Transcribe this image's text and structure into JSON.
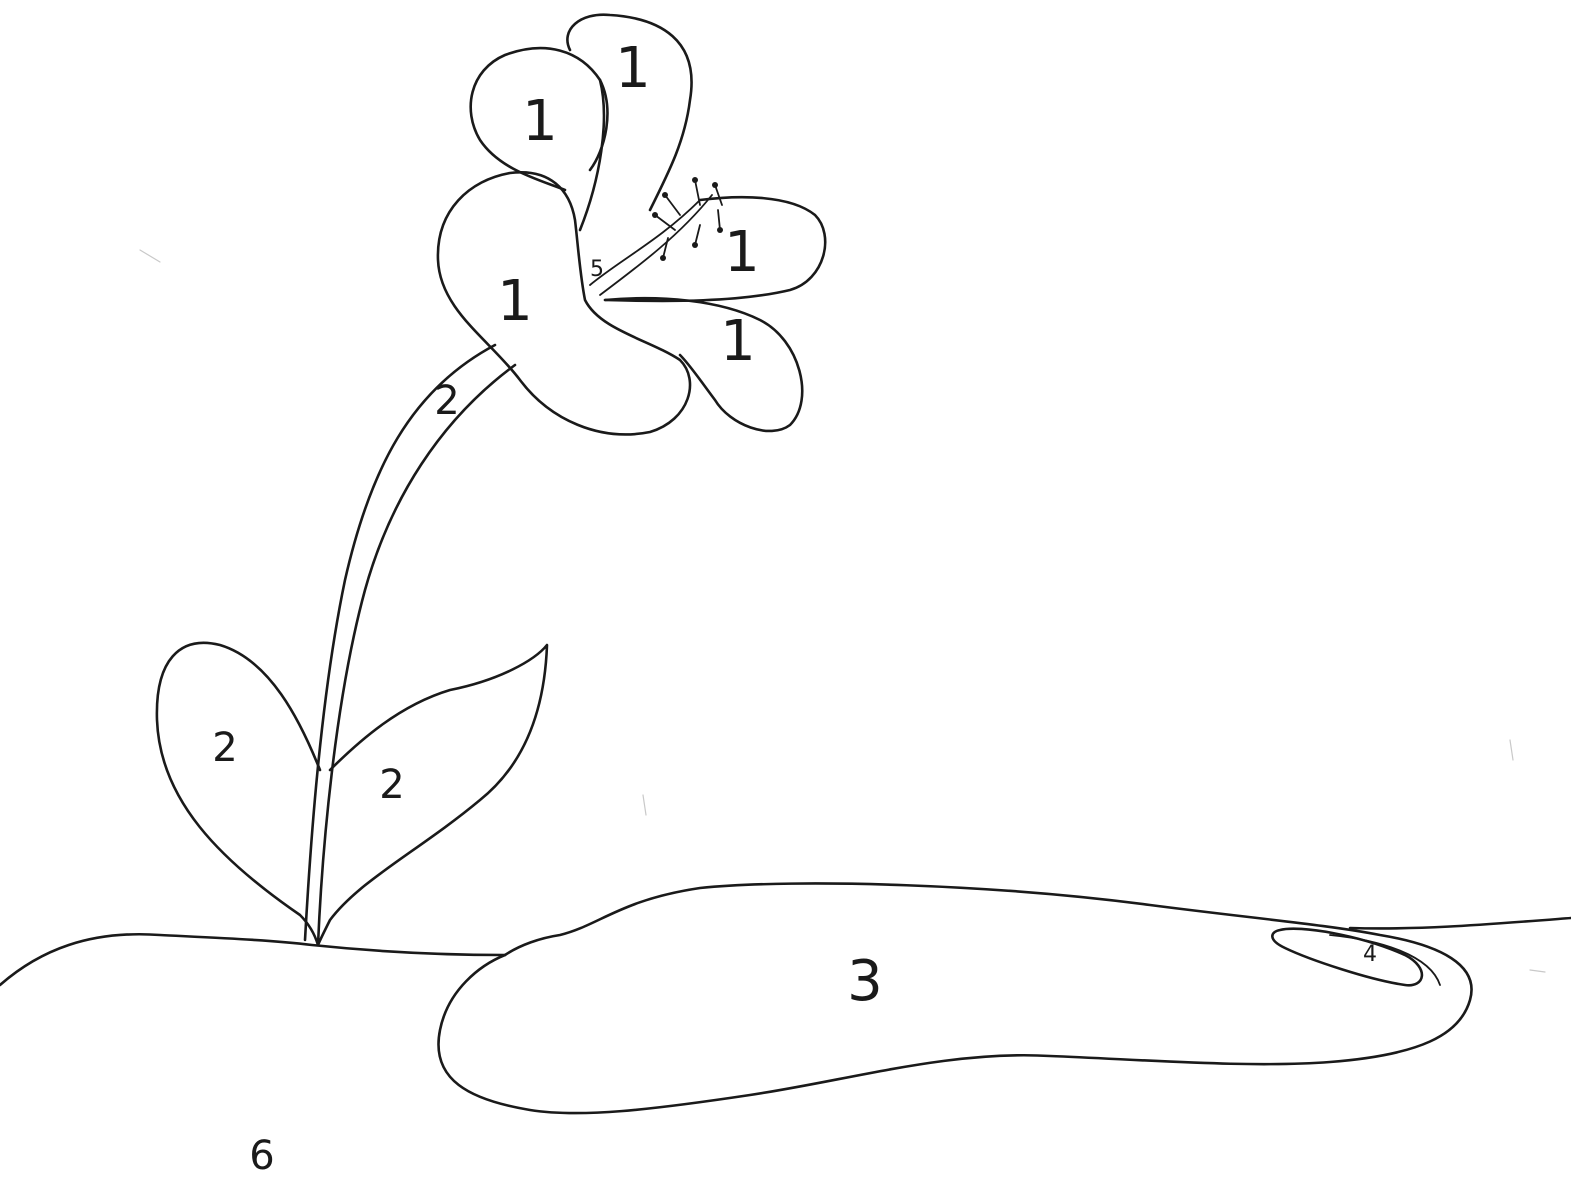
{
  "diagram": {
    "petal_labels": [
      "1",
      "1",
      "1",
      "1",
      "1"
    ],
    "stem_label": "2",
    "leaf_labels": [
      "2",
      "2"
    ],
    "seed_label": "3",
    "small_part_label": "4",
    "center_label": "5",
    "soil_label": "6"
  }
}
